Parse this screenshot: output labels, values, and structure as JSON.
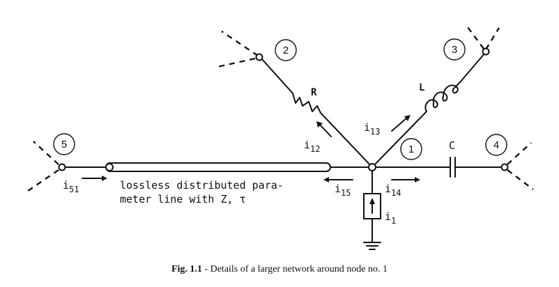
{
  "nodes": {
    "n1": "1",
    "n2": "2",
    "n3": "3",
    "n4": "4",
    "n5": "5"
  },
  "components": {
    "resistor": "R",
    "inductor": "L",
    "capacitor": "C"
  },
  "currents": {
    "i12": {
      "base": "i",
      "sub": "12"
    },
    "i13": {
      "base": "i",
      "sub": "13"
    },
    "i14": {
      "base": "i",
      "sub": "14"
    },
    "i15": {
      "base": "i",
      "sub": "15"
    },
    "i51": {
      "base": "i",
      "sub": "51"
    },
    "i1": {
      "base": "i",
      "sub": "1"
    }
  },
  "line_label": {
    "line1": "lossless distributed para-",
    "line2": "meter line with Z, τ"
  },
  "caption": {
    "fig": "Fig. 1.1",
    "text": " - Details of a larger network around node no. 1"
  }
}
